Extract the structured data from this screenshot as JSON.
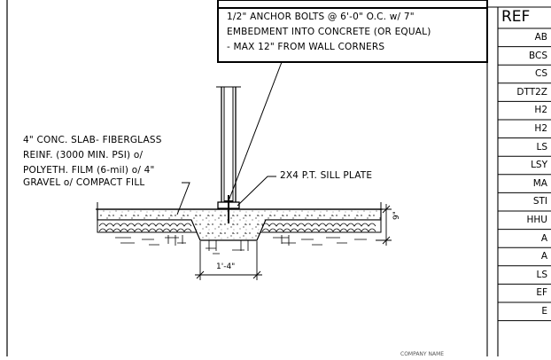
{
  "callouts": {
    "anchor_bolts": [
      "1/2\" ANCHOR BOLTS @ 6'-0\" O.C. w/ 7\"",
      "EMBEDMENT INTO CONCRETE (OR EQUAL)",
      "- MAX 12\" FROM WALL CORNERS"
    ],
    "slab": [
      "4\" CONC. SLAB- FIBERGLASS",
      "REINF. (3000 MIN. PSI) o/",
      "POLYETH. FILM (6-mil) o/ 4\"",
      "GRAVEL o/ COMPACT FILL"
    ],
    "sill_plate": "2X4 P.T. SILL PLATE"
  },
  "dimensions": {
    "slab_depth": "9\"",
    "footing_width": "1'-4\""
  },
  "reference_table": {
    "header": "REF",
    "rows": [
      "AB",
      "BCS",
      "CS",
      "DTT2Z",
      "H2",
      "H2",
      "LS",
      "LSY",
      "MA",
      "STI",
      "HHU",
      "A",
      "A",
      "LS",
      "EF",
      "E"
    ]
  },
  "footer_text": "COMPANY NAME"
}
